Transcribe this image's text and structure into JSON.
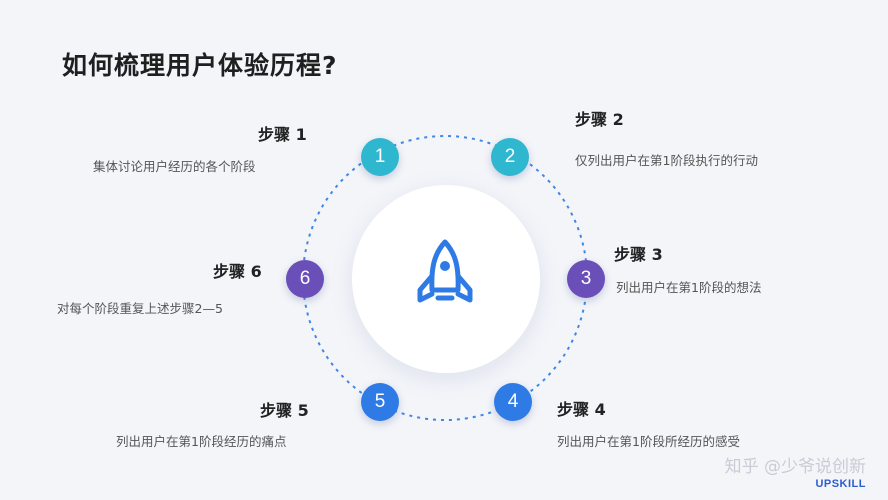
{
  "title": "如何梳理用户体验历程?",
  "steps": [
    {
      "number": "1",
      "label": "步骤 1",
      "desc": "集体讨论用户经历的各个阶段",
      "color": "#2fb7cf"
    },
    {
      "number": "2",
      "label": "步骤 2",
      "desc": "仅列出用户在第1阶段执行的行动",
      "color": "#2fb7cf"
    },
    {
      "number": "3",
      "label": "步骤 3",
      "desc": "列出用户在第1阶段的想法",
      "color": "#6a4fb8"
    },
    {
      "number": "4",
      "label": "步骤 4",
      "desc": "列出用户在第1阶段所经历的感受",
      "color": "#2f7be6"
    },
    {
      "number": "5",
      "label": "步骤 5",
      "desc": "列出用户在第1阶段经历的痛点",
      "color": "#2f7be6"
    },
    {
      "number": "6",
      "label": "步骤 6",
      "desc": "对每个阶段重复上述步骤2—5",
      "color": "#6a4fb8"
    }
  ],
  "center_icon": "rocket-icon",
  "accent_color": "#2f7be6",
  "watermark": "知乎 @少爷说创新",
  "logo": "UPSKILL"
}
